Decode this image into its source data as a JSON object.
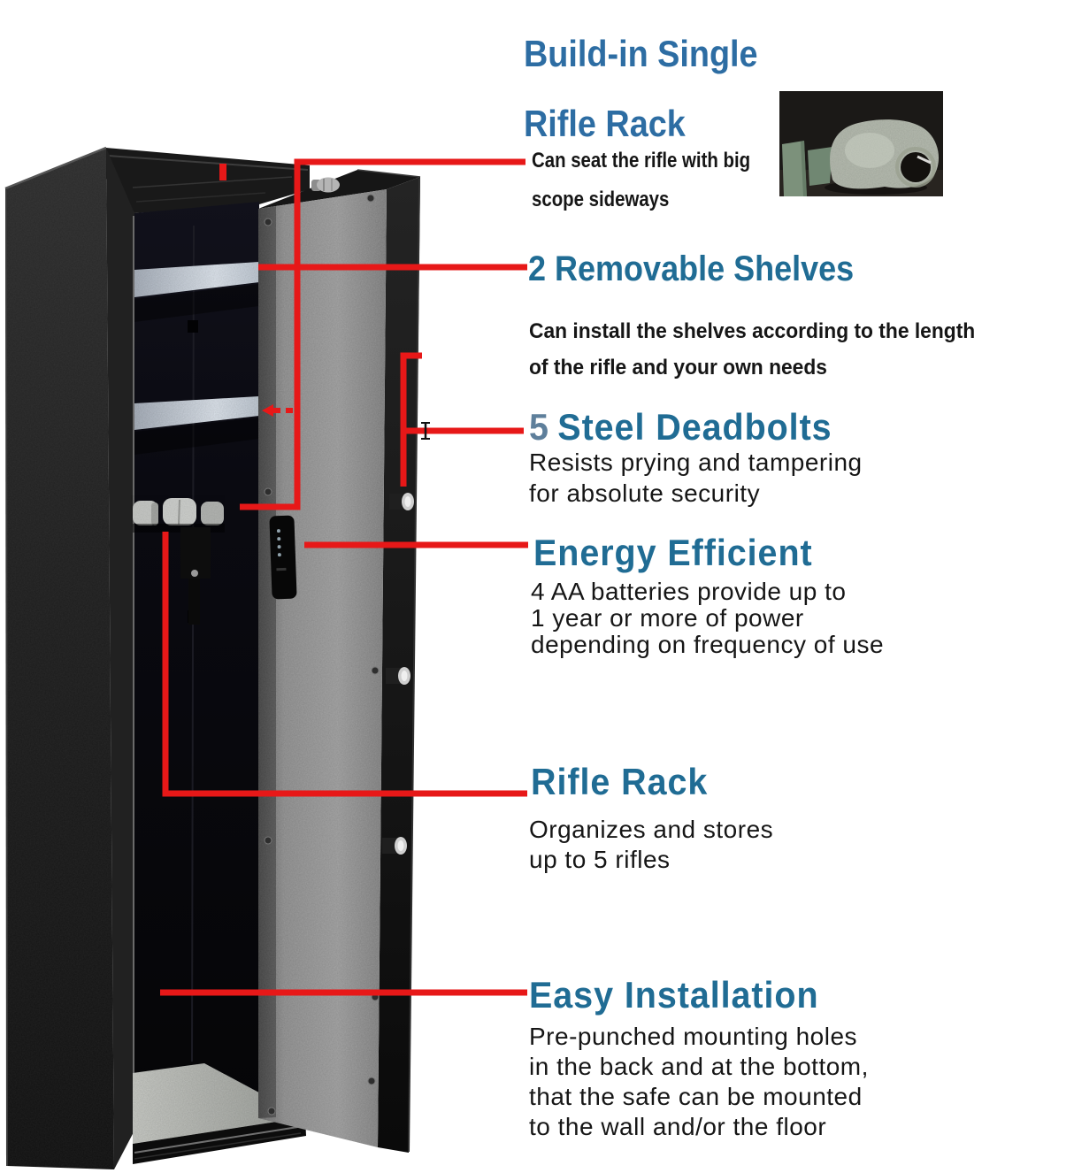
{
  "colors": {
    "accent_red": "#e71818",
    "heading_blue": "#206c94",
    "heading_blue_alt": "#2d6da3",
    "deadbolt_number_blue": "#5e7f9b",
    "body_text": "#161616"
  },
  "sections": {
    "build_in_rifle_rack": {
      "heading_line1": "Build-in Single",
      "heading_line2": "Rifle Rack",
      "body_line1": "Can seat the rifle with big",
      "body_line2": "scope sideways"
    },
    "removable_shelves": {
      "heading": "2 Removable Shelves",
      "body_line1": "Can install the shelves according to the length",
      "body_line2": "of the rifle and your own needs"
    },
    "steel_deadbolts": {
      "heading_number": "5",
      "heading": "Steel Deadbolts",
      "body_line1": "Resists prying and tampering",
      "body_line2": "for absolute security"
    },
    "energy_efficient": {
      "heading": "Energy Efficient",
      "body_line1": "4 AA batteries provide up to",
      "body_line2": "1 year or more of power",
      "body_line3": "depending on frequency of use"
    },
    "rifle_rack": {
      "heading": "Rifle Rack",
      "body_line1": "Organizes and stores",
      "body_line2": "up to 5 rifles"
    },
    "easy_installation": {
      "heading": "Easy Installation",
      "body_line1": "Pre-punched mounting holes",
      "body_line2": "in the back and at the bottom,",
      "body_line3": "that the safe can be mounted",
      "body_line4": "to the wall and/or the floor"
    }
  }
}
